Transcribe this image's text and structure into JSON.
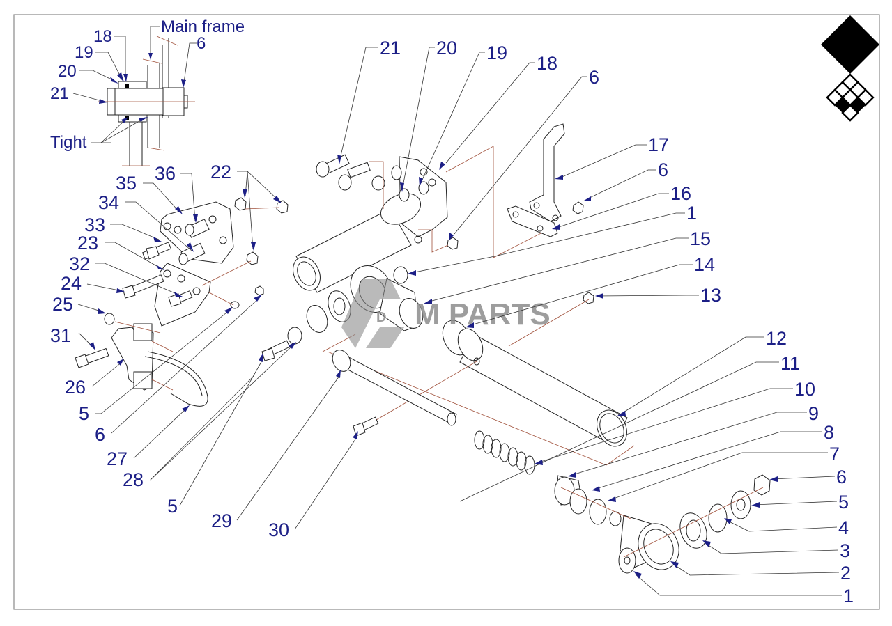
{
  "diagram": {
    "title": "Exploded parts diagram",
    "watermark": "M PARTS",
    "watermark_letter": "D",
    "colors": {
      "label": "#1c1f86",
      "leader_arrow": "#1c1f86",
      "axis_line": "#a0503a",
      "outline": "#222222",
      "frame": "#8a8a8a",
      "watermark": "#8c8c8c"
    },
    "inset": {
      "main_frame_label": "Main frame",
      "tight_label": "Tight",
      "labels": [
        "18",
        "19",
        "20",
        "21",
        "6"
      ]
    },
    "callouts": {
      "top_cluster": [
        "21",
        "20",
        "19",
        "18",
        "6"
      ],
      "lever_cluster": [
        "17",
        "6",
        "16",
        "1",
        "15",
        "14",
        "13"
      ],
      "bracket_cluster": [
        "22",
        "36",
        "35",
        "34",
        "33",
        "23",
        "32",
        "24",
        "25",
        "31",
        "26",
        "5",
        "6",
        "27",
        "28"
      ],
      "lower_left": [
        "5",
        "29",
        "30"
      ],
      "right_column": [
        "12",
        "11",
        "10",
        "9",
        "8",
        "7",
        "6",
        "5",
        "4",
        "3",
        "2",
        "1"
      ]
    }
  }
}
